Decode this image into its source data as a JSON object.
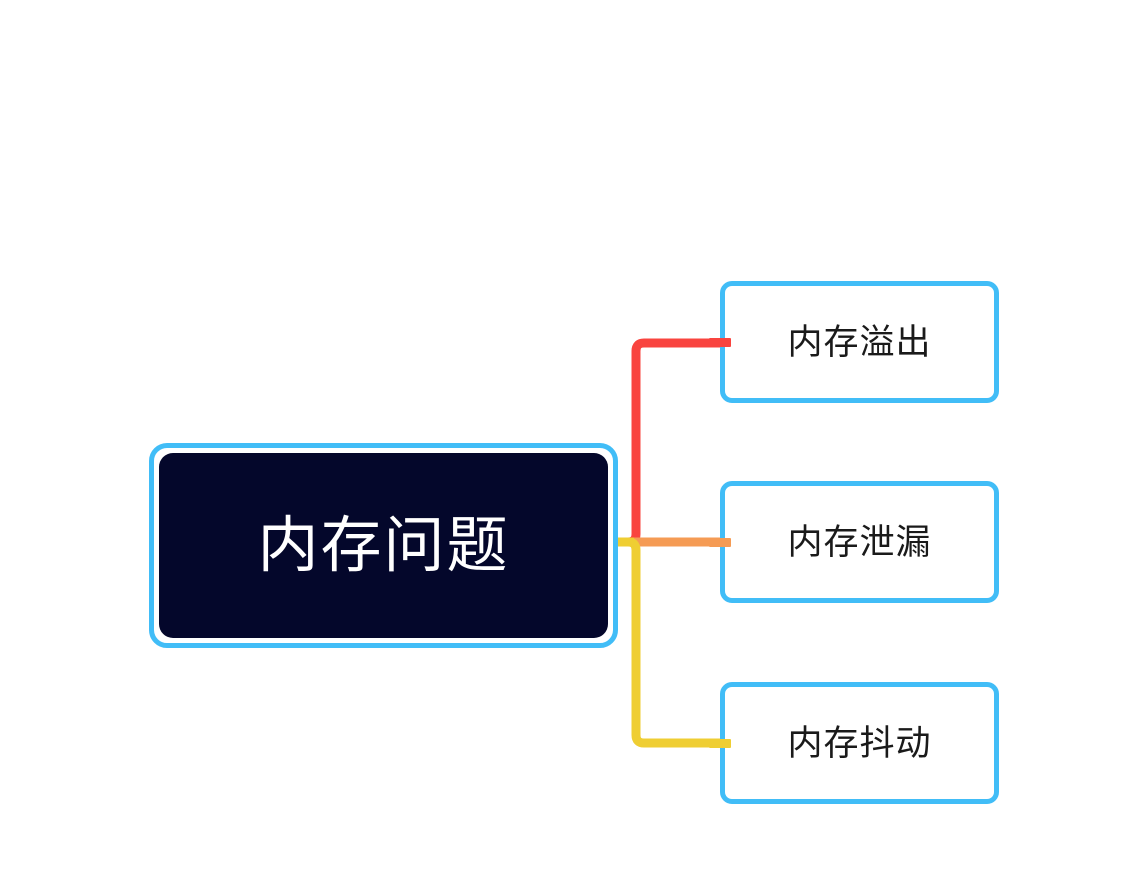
{
  "diagram": {
    "type": "mindmap",
    "title": "内存问题",
    "orientation": "left-to-right",
    "background_color": "#ffffff",
    "root": {
      "label": "内存问题",
      "text_color": "#ffffff",
      "fill_color": "#04072b",
      "border_color": "#41bdf7"
    },
    "branches": [
      {
        "label": "内存溢出",
        "connector_color": "#f9443f",
        "text_color": "#1a1a1a",
        "fill_color": "#ffffff",
        "border_color": "#41bdf7"
      },
      {
        "label": "内存泄漏",
        "connector_color": "#f59b54",
        "text_color": "#1a1a1a",
        "fill_color": "#ffffff",
        "border_color": "#41bdf7"
      },
      {
        "label": "内存抖动",
        "connector_color": "#efce33",
        "text_color": "#1a1a1a",
        "fill_color": "#ffffff",
        "border_color": "#41bdf7"
      }
    ]
  }
}
